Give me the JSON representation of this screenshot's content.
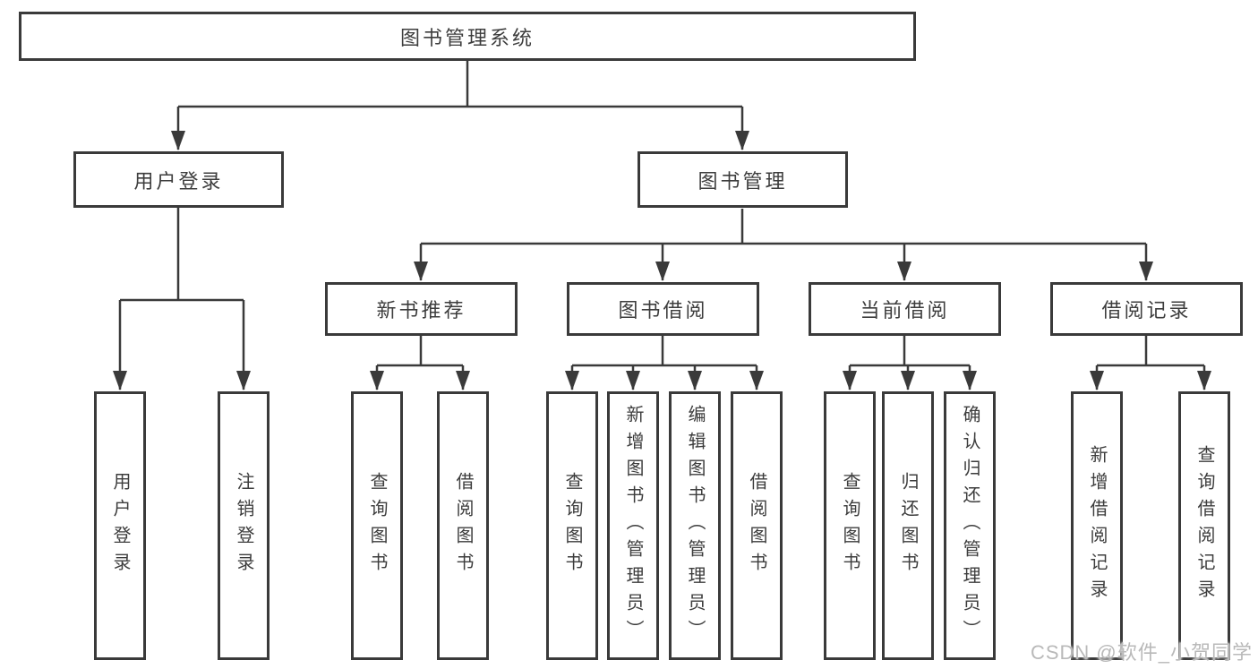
{
  "diagram_type": "hierarchy-tree",
  "nodes": {
    "root": {
      "label": "图书管理系统"
    },
    "user_login": {
      "label": "用户登录"
    },
    "book_mgmt": {
      "label": "图书管理"
    },
    "new_book_rec": {
      "label": "新书推荐"
    },
    "book_borrow": {
      "label": "图书借阅"
    },
    "current_borrow": {
      "label": "当前借阅"
    },
    "borrow_record": {
      "label": "借阅记录"
    },
    "leaves": {
      "user_login_login": {
        "label": "用户登录"
      },
      "user_login_logout": {
        "label": "注销登录"
      },
      "rec_query_book": {
        "label": "查询图书"
      },
      "rec_borrow_book": {
        "label": "借阅图书"
      },
      "bb_query_book": {
        "label": "查询图书"
      },
      "bb_add_book": {
        "label": "新增图书（管理员）"
      },
      "bb_edit_book": {
        "label": "编辑图书（管理员）"
      },
      "bb_borrow_book": {
        "label": "借阅图书"
      },
      "cb_query_book": {
        "label": "查询图书"
      },
      "cb_return_book": {
        "label": "归还图书"
      },
      "cb_confirm_return": {
        "label": "确认归还（管理员）"
      },
      "br_add_record": {
        "label": "新增借阅记录"
      },
      "br_query_record": {
        "label": "查询借阅记录"
      }
    }
  },
  "hierarchy": {
    "图书管理系统": {
      "用户登录": [
        "用户登录",
        "注销登录"
      ],
      "图书管理": {
        "新书推荐": [
          "查询图书",
          "借阅图书"
        ],
        "图书借阅": [
          "查询图书",
          "新增图书（管理员）",
          "编辑图书（管理员）",
          "借阅图书"
        ],
        "当前借阅": [
          "查询图书",
          "归还图书",
          "确认归还（管理员）"
        ],
        "借阅记录": [
          "新增借阅记录",
          "查询借阅记录"
        ]
      }
    }
  },
  "watermark": {
    "text": "CSDN @软件_小贺同学"
  },
  "colors": {
    "line": "#3a3a3a",
    "box_border": "#3a3a3a",
    "text": "#3d3d3d",
    "watermark": "#b9b9b9",
    "background": "#ffffff"
  }
}
